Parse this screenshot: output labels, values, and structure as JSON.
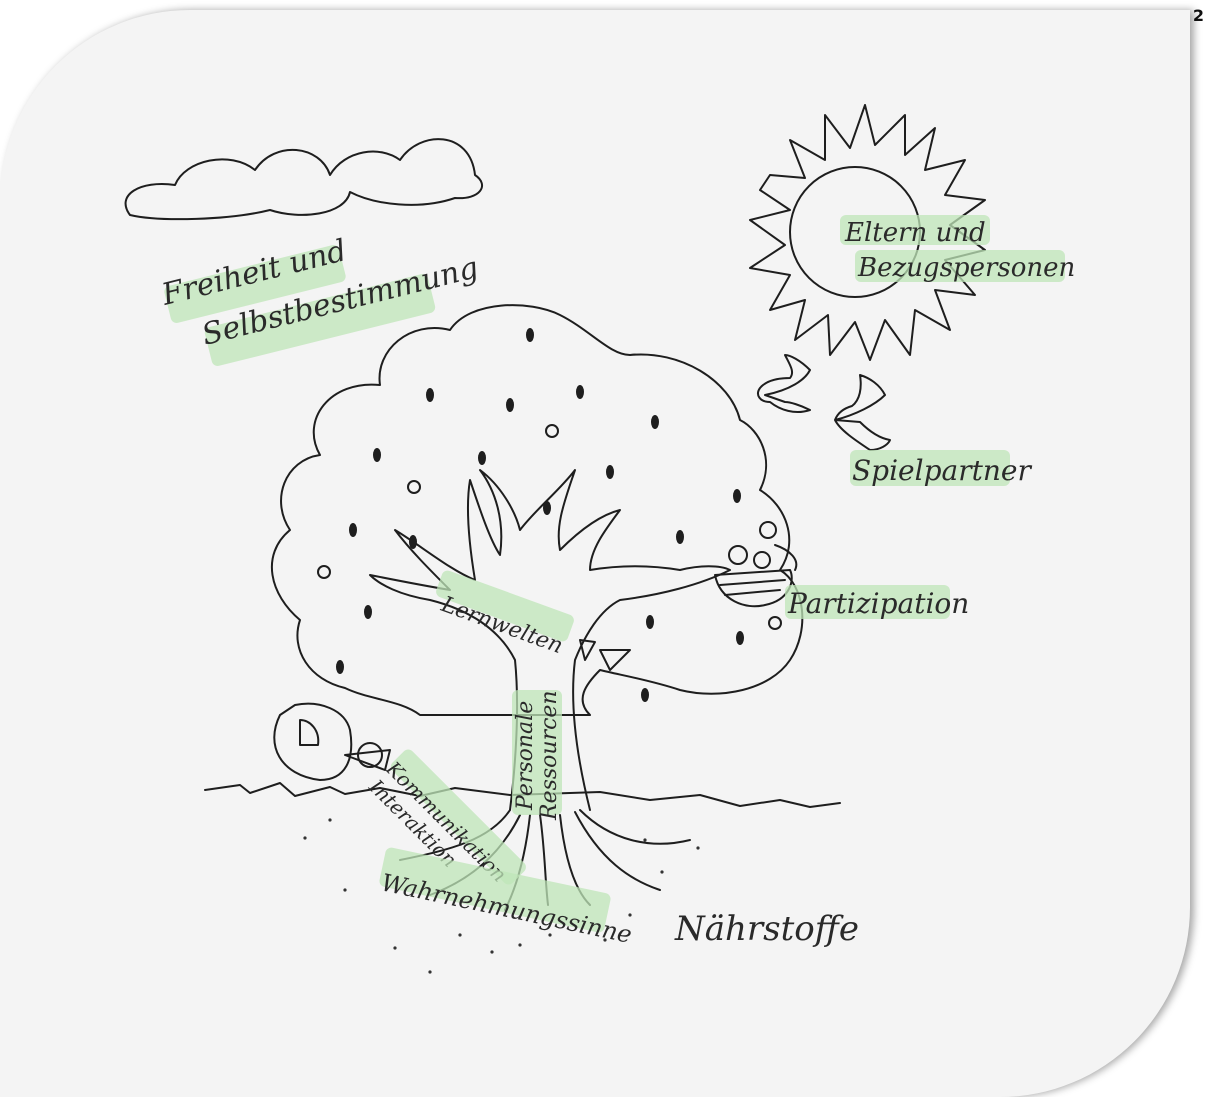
{
  "page_number": "2",
  "labels": {
    "freedom_line1": "Freiheit und",
    "freedom_line2": "Selbstbestimmung",
    "parents_line1": "Eltern und",
    "parents_line2": "Bezugspersonen",
    "playmates": "Spielpartner",
    "participation": "Partizipation",
    "learning_environments": "Lernwelten",
    "personal_resources_line1": "Personale",
    "personal_resources_line2": "Ressourcen",
    "communication_line1": "Kommunikation",
    "communication_line2": "Interaktion",
    "senses": "Wahrnehmungssinne",
    "nutrients": "Nährstoffe"
  },
  "colors": {
    "highlight": "#bfe6b8",
    "ink": "#1e1e1e",
    "card_background": "#f4f4f4"
  }
}
